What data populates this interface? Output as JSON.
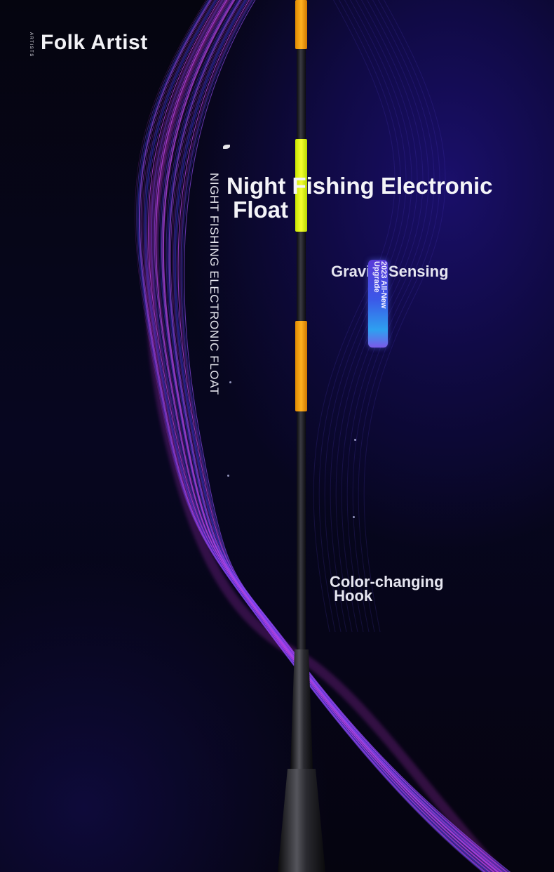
{
  "brand": {
    "small_label": "ARTISTS",
    "title": "Folk Artist"
  },
  "vertical_caption": "NIGHT FISHING ELECTRONIC FLOAT",
  "main_title": "Night Fishing Electronic\n Float",
  "features": {
    "gravity": "Gravity Sensing",
    "hook": "Color-changing\n Hook"
  },
  "badge": {
    "text": "2023 All-New\nUpgrade"
  },
  "colors": {
    "background": "#05050f",
    "ribbon_magenta": "#d03ce8",
    "ribbon_violet": "#7a4cff",
    "ribbon_blue": "#3a38e0",
    "float_orange": "#ffa400",
    "float_yellow": "#eaff00",
    "rod_dark": "#1b1b1f"
  }
}
